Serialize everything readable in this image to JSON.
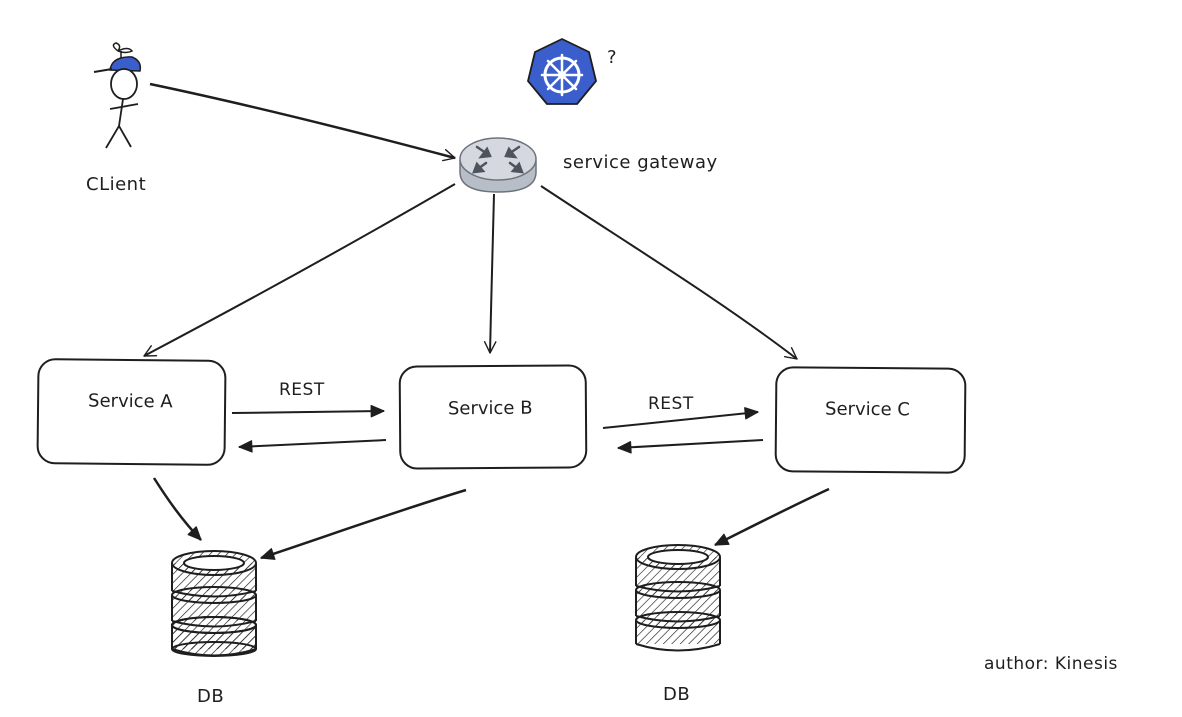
{
  "diagram": {
    "client": {
      "label": "CLient"
    },
    "kubernetes": {
      "mark": "?"
    },
    "gateway": {
      "label": "service gateway"
    },
    "services": [
      {
        "id": "a",
        "label": "Service A"
      },
      {
        "id": "b",
        "label": "Service B"
      },
      {
        "id": "c",
        "label": "Service C"
      }
    ],
    "edges": {
      "a_to_b_label": "REST",
      "b_to_c_label": "REST"
    },
    "databases": [
      {
        "label": "DB"
      },
      {
        "label": "DB"
      }
    ],
    "author": "author: Kinesis"
  },
  "colors": {
    "stroke": "#1e1e1e",
    "accent_blue": "#3a5fcd",
    "router_gray": "#c9ced6"
  }
}
